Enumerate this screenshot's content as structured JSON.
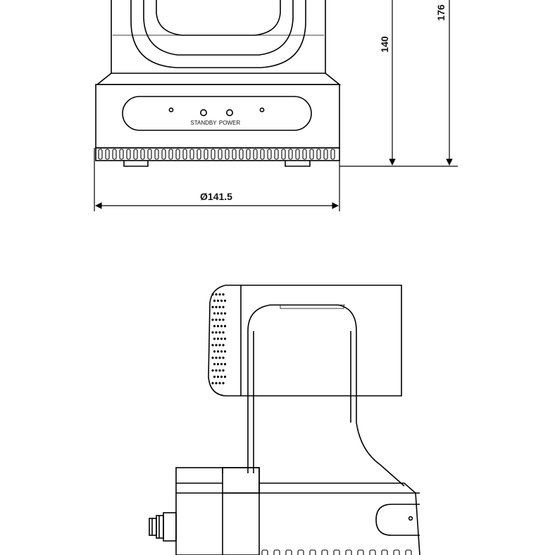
{
  "front_view": {
    "indicator_labels": {
      "standby": "STANDBY",
      "power": "POWER"
    },
    "dimensions": {
      "diameter": "Ø141.5",
      "height_base": "140",
      "height_total": "176"
    }
  },
  "side_view": {}
}
